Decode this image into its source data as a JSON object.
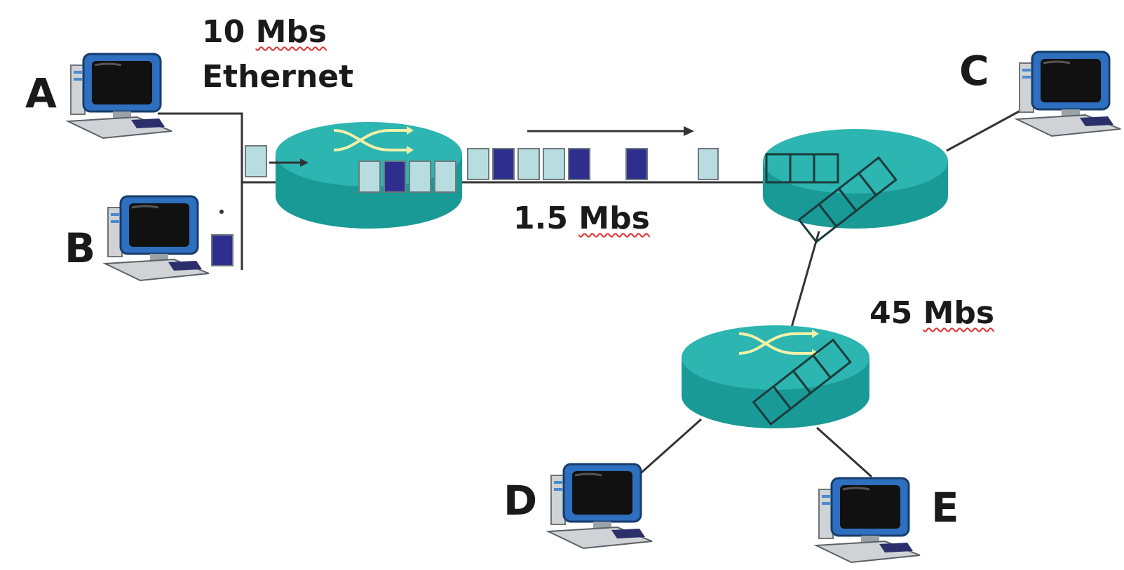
{
  "labels": {
    "link_lan": {
      "rate": "10",
      "unit": "Mbs",
      "medium": "Ethernet"
    },
    "link_mid": {
      "rate": "1.5",
      "unit": "Mbs"
    },
    "link_fast": {
      "rate": "45",
      "unit": "Mbs"
    }
  },
  "hosts": {
    "a": "A",
    "b": "B",
    "c": "C",
    "d": "D",
    "e": "E"
  },
  "colors": {
    "router": "#1a9a96",
    "router_top": "#2cb5b1",
    "packet_light": "#b8dde0",
    "packet_dark": "#2e2e8e",
    "wire": "#333333",
    "switch_mark": "#f2f0a8"
  },
  "packets_on_link": [
    "light",
    "dark",
    "light",
    "light",
    "dark",
    "dark",
    "light"
  ]
}
